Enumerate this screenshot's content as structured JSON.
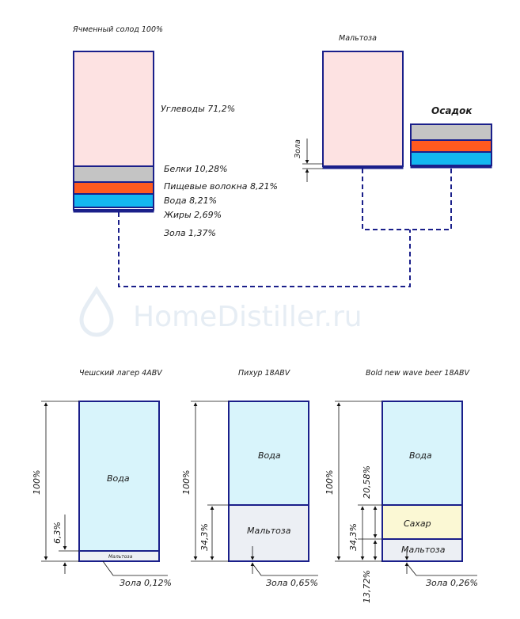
{
  "colors": {
    "outline": "#1a1f8a",
    "carbs": "#fde2e2",
    "protein": "#c4c4c4",
    "fiber": "#ff5a1f",
    "water_bright": "#13b7f0",
    "water_light": "#d8f4fb",
    "maltose": "#eceff4",
    "sugar": "#fbf8d4",
    "ash": "#1a1f8a"
  },
  "watermark": "HomeDistiller.ru",
  "top": {
    "malt": {
      "title": "Ячменный солод 100%",
      "labels": {
        "carbs": "Углеводы 71,2%",
        "protein": "Белки 10,28%",
        "fiber": "Пищевые волокна 8,21%",
        "water": "Вода 8,21%",
        "fat": "Жиры 2,69%",
        "ash": "Зола 1,37%"
      }
    },
    "maltose": {
      "title": "Мальтоза",
      "ash_label": "Зола"
    },
    "sediment": {
      "title": "Осадок"
    }
  },
  "bottom": {
    "lager": {
      "title": "Чешский лагер 4ABV",
      "water": "Вода",
      "maltose": "Мальтоза",
      "dim_total": "100%",
      "dim_part": "6,3%",
      "ash": "Зола 0,12%"
    },
    "pihur": {
      "title": "Пихур 18ABV",
      "water": "Вода",
      "maltose": "Мальтоза",
      "dim_total": "100%",
      "dim_part": "34,3%",
      "ash": "Зола 0,65%"
    },
    "bold": {
      "title": "Bold new wave beer 18ABV",
      "water": "Вода",
      "sugar": "Сахар",
      "maltose": "Мальтоза",
      "dim_total": "100%",
      "dim_part": "34,3%",
      "dim_sugar": "20,58%",
      "dim_maltose": "13,72%",
      "ash": "Зола 0,26%"
    }
  }
}
